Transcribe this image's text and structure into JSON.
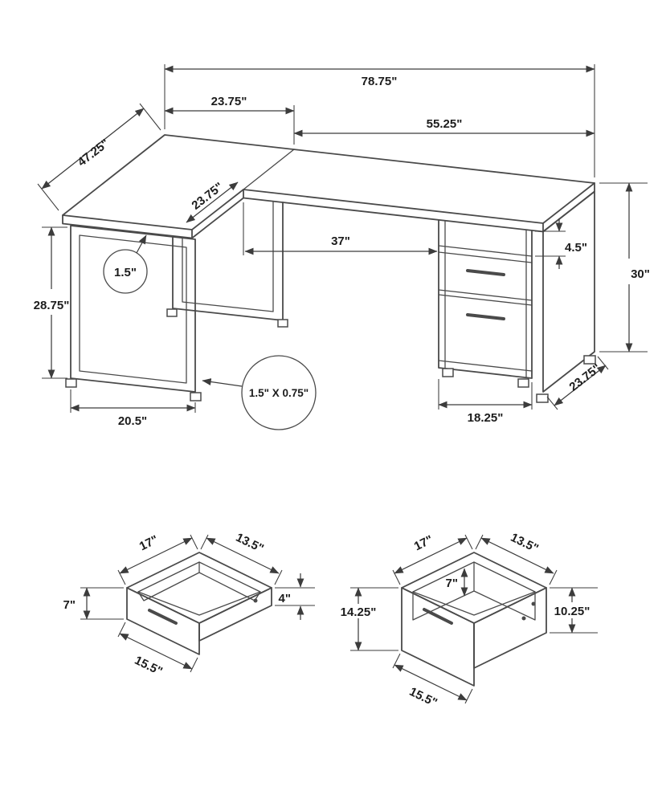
{
  "style": {
    "background": "#ffffff",
    "line_color": "#4a4a4a",
    "dim_color": "#3c3c3c",
    "text_color": "#1c1c1c"
  },
  "desk": {
    "dims": {
      "overall_width": "78.75\"",
      "left_section_width": "23.75\"",
      "right_section_width": "55.25\"",
      "left_wing_depth": "47.25\"",
      "corner_depth": "23.75\"",
      "knee_opening": "37\"",
      "shelf_gap": "4.5\"",
      "overall_height": "30\"",
      "leg_height": "28.75\"",
      "top_thickness": "1.5\"",
      "tube_size": "1.5\" X 0.75\"",
      "leg_span": "20.5\"",
      "cabinet_width": "18.25\"",
      "side_depth": "23.75\""
    }
  },
  "small_drawer": {
    "dims": {
      "width": "17\"",
      "depth": "13.5\"",
      "front_height": "7\"",
      "side_height": "4\"",
      "bottom_width": "15.5\""
    }
  },
  "file_drawer": {
    "dims": {
      "width": "17\"",
      "depth": "13.5\"",
      "inner_depth": "7\"",
      "front_height": "14.25\"",
      "side_height": "10.25\"",
      "bottom_width": "15.5\""
    }
  }
}
